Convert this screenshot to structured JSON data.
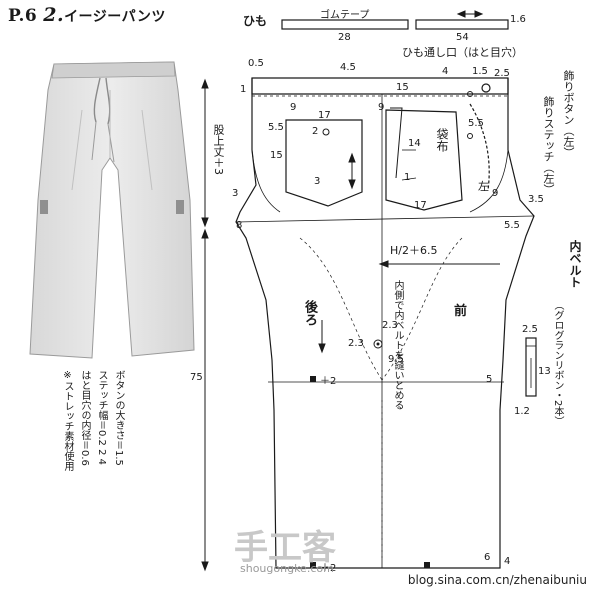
{
  "header": {
    "page": "P.6",
    "number": "2.",
    "title": "イージーパンツ"
  },
  "notes": {
    "line1": "ボタンの大きさ＝1.5",
    "line2": "ステッチ幅＝0.2 2 4",
    "line3": "はと目穴の内径＝0.6",
    "line4": "※ストレッチ素材使用"
  },
  "tie": {
    "label": "ひも",
    "elastic": "ゴムテープ",
    "len1": "28",
    "len2": "54",
    "width": "1.6"
  },
  "labels": {
    "cord_hole": "ひも通し口（はと目穴）",
    "deco_button": "飾りボタン",
    "deco_button_side": "（左）",
    "deco_stitch": "飾りステッチ（左）",
    "pocket_bag": "袋布",
    "left": "左",
    "rise": "股上丈＋3",
    "hip": "H/2＋6.5",
    "back": "後ろ",
    "front": "前",
    "inner_belt_sew": "内側で内ベルトを縫いとめる",
    "inner_belt": "内ベルト",
    "inner_belt_sub": "（グログランリボン・2本）",
    "length": "75",
    "plus2_a": "＋2",
    "plus2_b": "＋2"
  },
  "measures": {
    "m0_5": "0.5",
    "m4_5": "4.5",
    "m1_a": "1",
    "m9_a": "9",
    "m17_a": "17",
    "m2": "2",
    "m5_5_a": "5.5",
    "m15_a": "15",
    "m3_a": "3",
    "m15_b": "15",
    "m4_a": "4",
    "m1_5": "1.5",
    "m2_5": "2.5",
    "m9_b": "9",
    "m14": "14",
    "m1_b": "1",
    "m17_b": "17",
    "m9_c": "9",
    "m3_5": "3.5",
    "m5_5_b": "5.5",
    "m5_5_c": "5.5",
    "m3_b": "3",
    "m8": "8",
    "m2_3_a": "2.3",
    "m2_3_b": "2.3",
    "m9_5": "9.5",
    "m5": "5",
    "m6": "6",
    "m4_b": "4",
    "m2_5_belt": "2.5",
    "m13": "13",
    "m1_2": "1.2"
  },
  "watermark": {
    "brand": "手工客",
    "brand_url": "shougongke.com",
    "blog": "blog.sina.com.cn/zhenaibuniu"
  }
}
